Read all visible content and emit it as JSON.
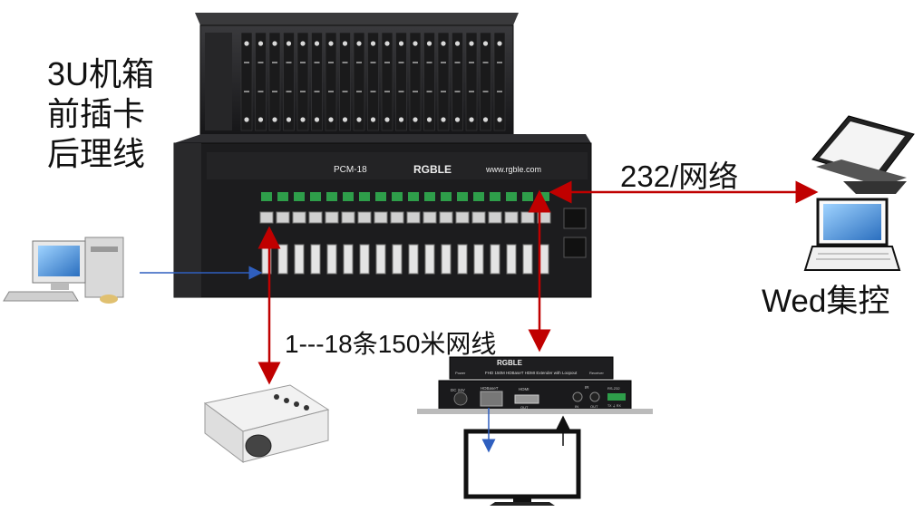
{
  "labels": {
    "chassis_line1": "3U机箱",
    "chassis_line2": "前插卡",
    "chassis_line3": "后理线",
    "control": "232/网络",
    "web_control": "Wed集控",
    "cables": "1---18条150米网线"
  },
  "device_text": {
    "model": "PCM-18",
    "brand": "RGBLE",
    "url": "www.rgble.com",
    "extender_title": "FHD 150M HDBaseT HDMI Extender with Loopout",
    "extender_power": "Power",
    "extender_side": "Receiver",
    "port_dc": "DC 24V",
    "port_hdbaset": "HDBaseT",
    "port_hdmi": "HDMI",
    "port_hdmi_out": "OUT",
    "port_ir": "IR",
    "port_in": "IN",
    "port_out": "OUT",
    "port_rs232": "RS-232",
    "port_rs232_pins": "TX ⏚ RX"
  },
  "colors": {
    "arrow_red": "#c00000",
    "arrow_blue": "#2f5fbf",
    "arrow_black": "#111111",
    "chassis_dark": "#1c1c1e",
    "chassis_panel": "#2a2a2c",
    "terminal_green": "#2e9e4a"
  }
}
